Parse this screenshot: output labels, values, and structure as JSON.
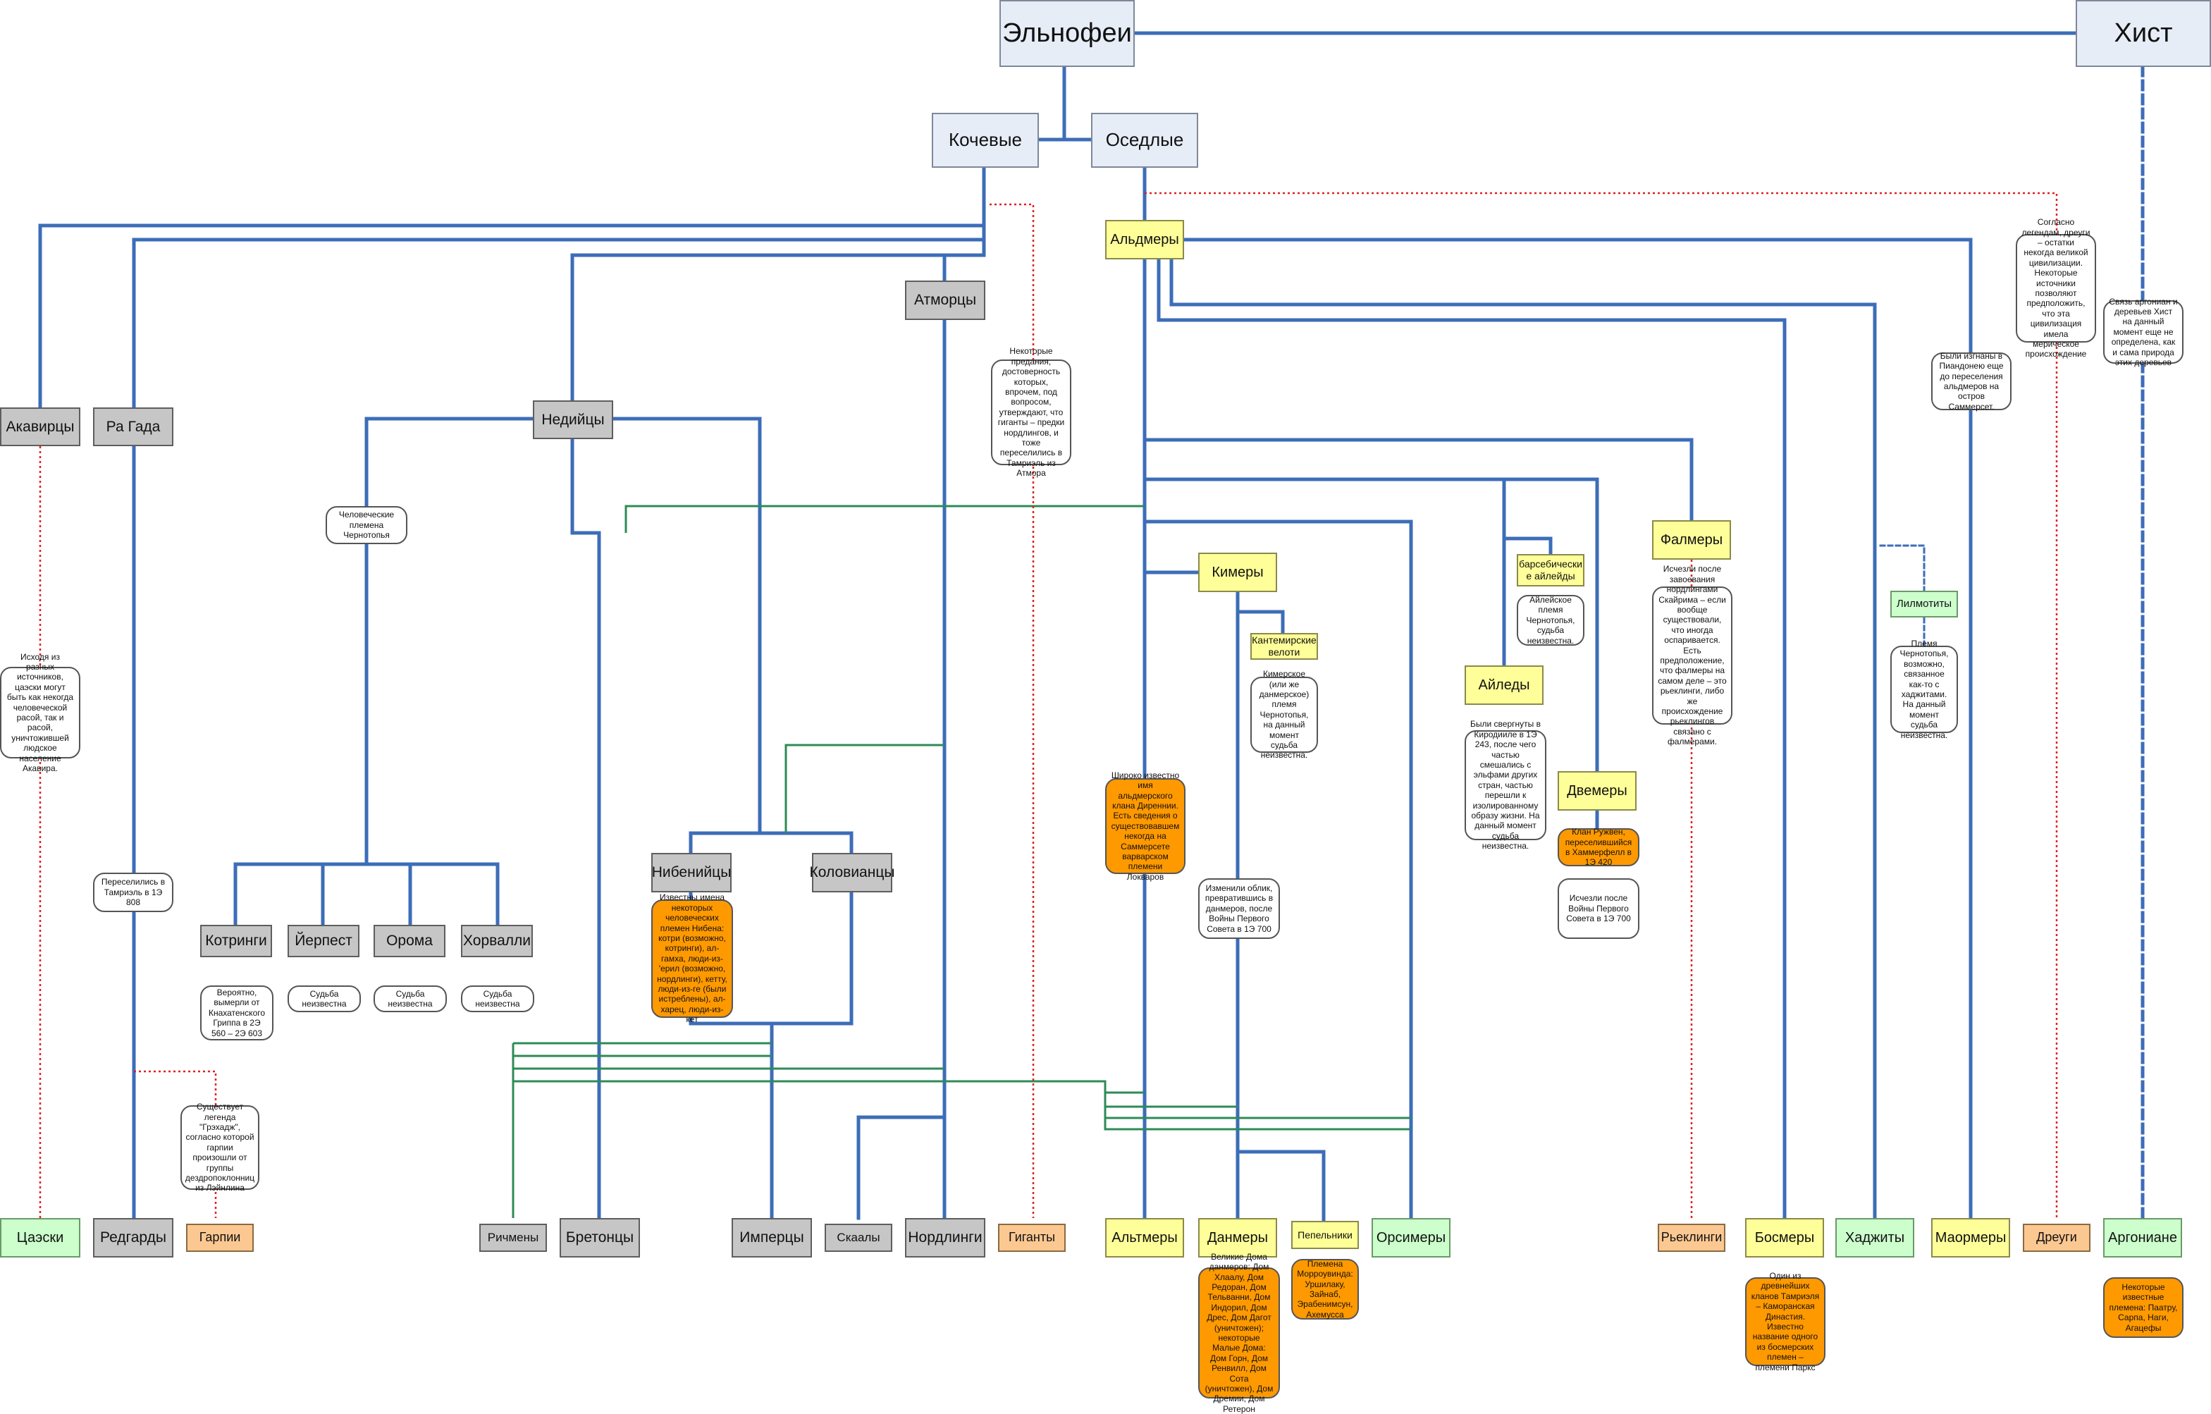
{
  "nodes": {
    "elnofei": "Эльнофеи",
    "hist": "Хист",
    "kochevye": "Кочевые",
    "osedlye": "Оседлые",
    "aldmery": "Альдмеры",
    "atmortsy": "Атморцы",
    "akavirtsy": "Акавирцы",
    "ragada": "Ра Гада",
    "nediytsy": "Недийцы",
    "kimery": "Кимеры",
    "barseb": "барсебически е айлейды",
    "kantem": "Кантемирские велоти",
    "aileidy": "Айледы",
    "dvemery": "Двемеры",
    "falmery": "Фалмеры",
    "lilmotity": "Лилмотиты",
    "nibeniytsy": "Нибенийцы",
    "koloviantsy": "Коловианцы",
    "kotringi": "Котринги",
    "yerpest": "Йерпест",
    "oroma": "Орома",
    "horvalli": "Хорвалли",
    "tsaski": "Цаэски",
    "redgardy": "Редгарды",
    "garpii": "Гарпии",
    "richmeny": "Ричмены",
    "bretontsy": "Бретонцы",
    "impertsy": "Имперцы",
    "skaaly": "Скаалы",
    "nordlingi": "Нордлинги",
    "giganty": "Гиганты",
    "altmery": "Альтмеры",
    "danmery": "Данмеры",
    "pepelniki": "Пепельники",
    "orsimery": "Орсимеры",
    "ryeklingi": "Рьеклинги",
    "bosmery": "Босмеры",
    "hadzhity": "Хаджиты",
    "maormery": "Маормеры",
    "dreugi": "Дреуги",
    "argoniane": "Аргониане"
  },
  "notes": {
    "chelovecheskie": "Человеческие племена Чернотопья",
    "tsaski_note": "Исходя из разных источников, цаэски могут быть как некогда человеческой расой, так и расой, уничтожившей людское население Акавира.",
    "ragada_note": "Переселились в Тамриэль в 1Э 808",
    "giganty_note": "Некоторые предания, достоверность которых, впрочем, под вопросом, утверждают, что гиганты – предки нордлингов, и тоже переселились в Тамриэль из Атмора",
    "dreugi_note": "Согласно легендам, дреуги – остатки некогда великой цивилизации. Некоторые источники позволяют предположить, что эта цивилизация имела мерическое происхождение",
    "hist_note": "Связь аргониан и деревьев Хист на данный момент еще не определена, как и сама природа этих деревьев",
    "maormery_note": "Были изгнаны в Пиандонею еще до переселения альдмеров на остров Саммерсет.",
    "barseb_note": "Айлейское племя Чернотопья, судьба неизвестна.",
    "kimery_note": "Кимерское (или же данмерское) племя Чернотопья, на данный момент судьба неизвестна.",
    "aileidy_note": "Были свергнуты в Киродииле в 1Э 243, после чего частью смешались с эльфами других стран, частью перешли к изолированному образу жизни. На данный момент судьба неизвестна.",
    "falmery_note": "Исчезли после завоевания нордлингами Скайрима – если вообще существовали, что иногда оспаривается. Есть предположение, что фалмеры на самом деле – это рьеклинги, либо же происхождение рьеклингов связано с фалмерами.",
    "lilmotity_note": "Племя Чернотопья, возможно, связанное как-то с хаджитами. На данный момент судьба неизвестна.",
    "altmery_note": "Широко известно имя альдмерского клана Диреннии. Есть сведения о существовавшем некогда на Саммерсете варварском племени Локваров",
    "dvemery_onote": "Клан Ружвен, переселившийся в Хаммерфелл в 1Э 420",
    "dvemery_note": "Исчезли после Войны Первого Совета в 1Э 700",
    "danmery_note": "Изменили облик, превратившись в данмеров, после Войны Первого Совета в 1Э 700",
    "nibeniytsy_note": "Известны имена некоторых человеческих племен Нибена: котри (возможно, котринги), ал-гамха, люди-из-'ерил (возможно, нордлинги), кетту, люди-из-ге (были истреблены), ал-харец, люди-из-кет",
    "kotringi_note": "Вероятно, вымерли от Кнахатенского Гриппа в 2Э 560 – 2Э 603",
    "yerpest_note": "Судьба неизвестна",
    "oroma_note": "Судьба неизвестна",
    "horvalli_note": "Судьба неизвестна",
    "garpii_note": "Существует легенда \"Грэхадж\", согласно которой гарпии произошли от группы дездропоклонниц из Лэйнлина",
    "danmery_onote": "Великие Дома данмеров: Дом Хлаалу, Дом Редоран, Дом Тельванни, Дом Индорил, Дом Дрес, Дом Дагот (уничтожен); некоторые Малые Дома: Дом Горн, Дом Ренвилл, Дом Сота (уничтожен), Дом Дремии, Дом Ретерон",
    "pepelniki_onote": "Племена Морроувинда: Уршилаку, Зайнаб, Эрабенимсун, Ахемусса",
    "bosmery_onote": "Один из древнейших кланов Тамриэля – Каморанская Династия. Известно название одного из босмерских племен – племени Паркс",
    "argoniane_onote": "Некоторые известные племена: Паатру, Сарпа, Наги, Агацефы"
  },
  "colors": {
    "main_line": "#3c6db8",
    "green_line": "#2e8b57",
    "red_dotted": "#e02020"
  }
}
